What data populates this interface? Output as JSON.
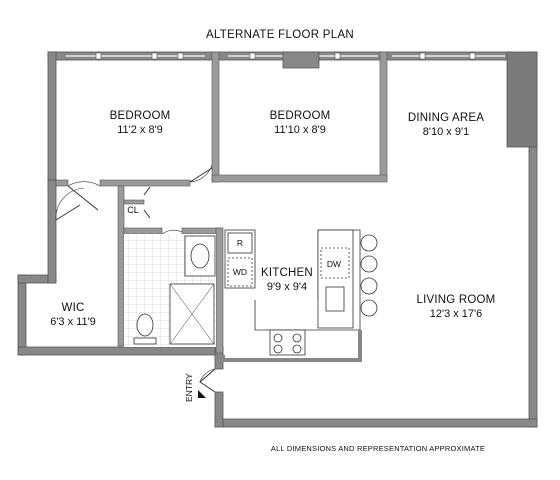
{
  "title": "ALTERNATE FLOOR PLAN",
  "footer_note": "ALL DIMENSIONS AND REPRESENTATION APPROXIMATE",
  "rooms": {
    "bedroom_left": {
      "name": "BEDROOM",
      "dims": "11'2 x 8'9"
    },
    "bedroom_right": {
      "name": "BEDROOM",
      "dims": "11'10 x 8'9"
    },
    "dining": {
      "name": "DINING AREA",
      "dims": "8'10 x 9'1"
    },
    "kitchen": {
      "name": "KITCHEN",
      "dims": "9'9 x 9'4"
    },
    "living": {
      "name": "LIVING ROOM",
      "dims": "12'3 x 17'6"
    },
    "wic": {
      "name": "WIC",
      "dims": "6'3 x 11'9"
    }
  },
  "labels": {
    "closet": "CL",
    "refrigerator": "R",
    "washer_dryer": "WD",
    "dishwasher": "DW",
    "entry": "ENTRY"
  }
}
